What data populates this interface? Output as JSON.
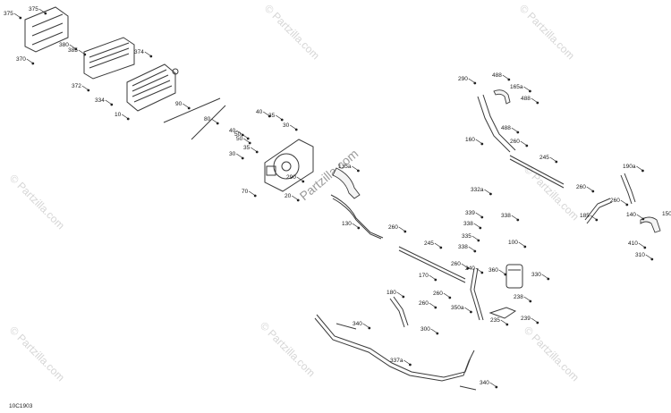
{
  "diagram_id": "10C1903",
  "watermark": "© Partzilla.com",
  "watermark_center": "Partzilla.com",
  "callouts": [
    "375",
    "375",
    "370",
    "380",
    "385",
    "372",
    "374",
    "334",
    "10",
    "90",
    "80",
    "40",
    "50",
    "35",
    "30",
    "40",
    "50",
    "35",
    "30",
    "290",
    "70",
    "20",
    "135a",
    "130",
    "260",
    "245",
    "290",
    "488",
    "165a",
    "488",
    "488",
    "160",
    "260",
    "245",
    "190a",
    "260",
    "185",
    "260",
    "140",
    "150",
    "410",
    "310",
    "332a",
    "339",
    "338",
    "338",
    "335",
    "338",
    "100",
    "330",
    "260",
    "240",
    "360",
    "170",
    "260",
    "180",
    "260",
    "350a",
    "238",
    "235",
    "239",
    "340",
    "300",
    "337a",
    "340"
  ]
}
